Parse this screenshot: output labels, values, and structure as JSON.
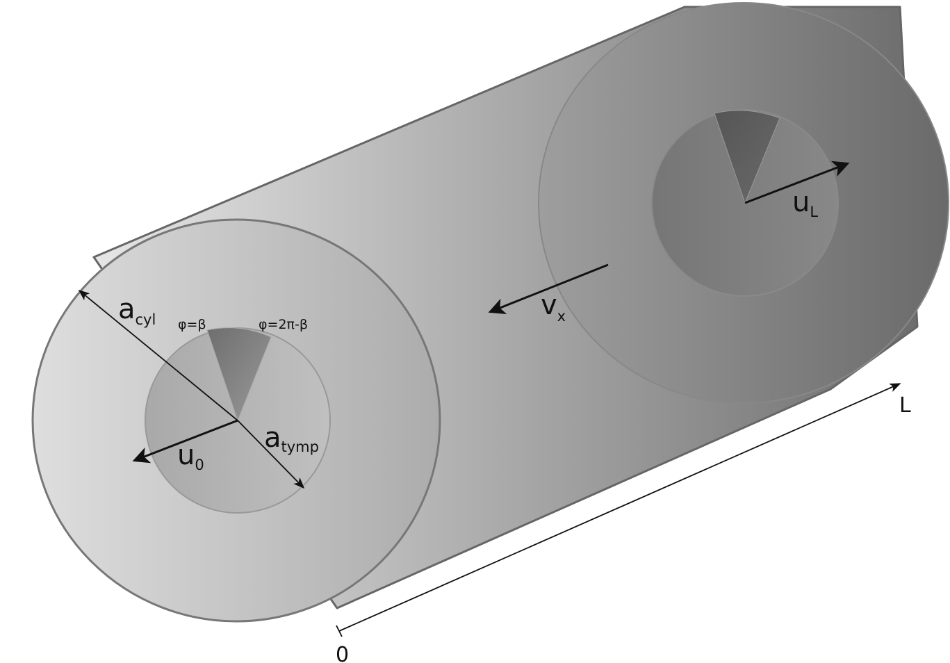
{
  "diagram": {
    "labels": {
      "a_cyl": {
        "main": "a",
        "sub": "cyl"
      },
      "a_tymp": {
        "main": "a",
        "sub": "tymp"
      },
      "phi_beta": "φ=β",
      "phi_2pi_beta": "φ=2π-β",
      "u_0": {
        "main": "u",
        "sub": "0"
      },
      "u_L": {
        "main": "u",
        "sub": "L"
      },
      "v_x": {
        "main": "v",
        "sub": "x"
      },
      "axis_start": "0",
      "axis_end": "L"
    },
    "colors": {
      "cylinder_light": "#e0e0e0",
      "cylinder_dark": "#6e6e6e",
      "outline": "#555555",
      "sector": "#707070"
    }
  }
}
